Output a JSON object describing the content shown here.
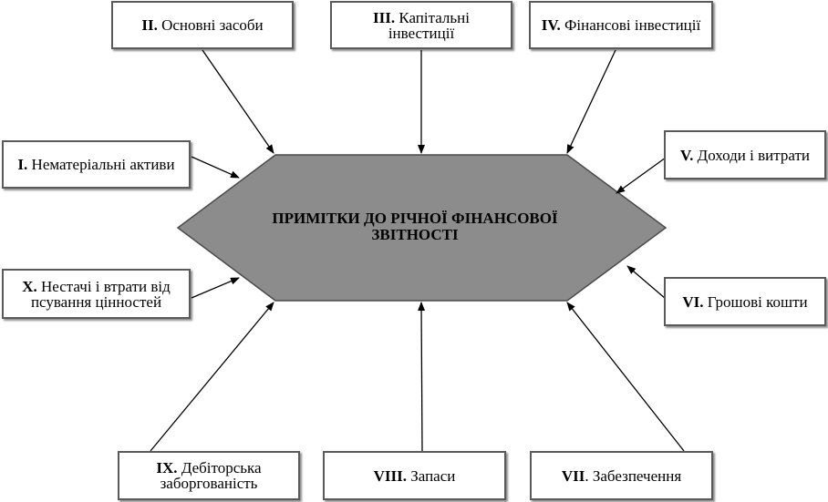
{
  "center": {
    "title": "ПРИМІТКИ ДО РІЧНОЇ ФІНАНСОВОЇ ЗВІТНОСТІ"
  },
  "boxes": {
    "ii": {
      "num": "II.",
      "text": "Основні засоби"
    },
    "iii": {
      "num": "III.",
      "text": "Капітальні інвестиції"
    },
    "iv": {
      "num": "IV.",
      "text": "Фінансові інвестиції"
    },
    "i": {
      "num": "I.",
      "text": "Нематеріальні активи"
    },
    "v": {
      "num": "V.",
      "text": "Доходи і витрати"
    },
    "x": {
      "num": "X.",
      "text": "Нестачі і втрати від псування цінностей"
    },
    "vi": {
      "num": "VI.",
      "text": "Грошові кошти"
    },
    "ix": {
      "num": "IX.",
      "text": "Дебіторська заборгованість"
    },
    "viii": {
      "num": "VIII.",
      "text": "Запаси"
    },
    "vii": {
      "num": "VII",
      "text": ". Забезпечення"
    }
  },
  "colors": {
    "hexagon_fill": "#8c8c8c",
    "hexagon_stroke": "#4a4a4a",
    "box_border": "#5a5a5a"
  }
}
